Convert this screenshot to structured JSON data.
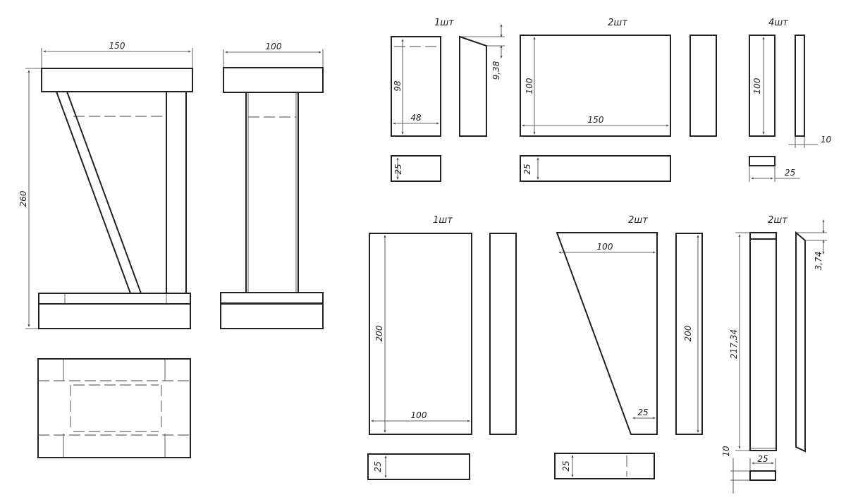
{
  "assembly": {
    "width_label": "150",
    "height_label": "260",
    "depth_label": "100"
  },
  "groups": {
    "g1": {
      "qty": "1шт",
      "height": "98",
      "width": "48",
      "cut": "9,38",
      "thick": "25"
    },
    "g2": {
      "qty": "2шт",
      "height": "100",
      "width": "150",
      "thick": "25"
    },
    "g3": {
      "qty": "4шт",
      "height": "100",
      "thick_side": "10",
      "thick": "25"
    },
    "g4": {
      "qty": "1шт",
      "height": "200",
      "width": "100",
      "thick": "25"
    },
    "g5": {
      "qty": "2шт",
      "top": "100",
      "height": "200",
      "bottom": "25",
      "thick": "25"
    },
    "g6": {
      "qty": "2шт",
      "height": "217,34",
      "cut": "3,74",
      "thick_side": "10",
      "thick": "25"
    }
  }
}
